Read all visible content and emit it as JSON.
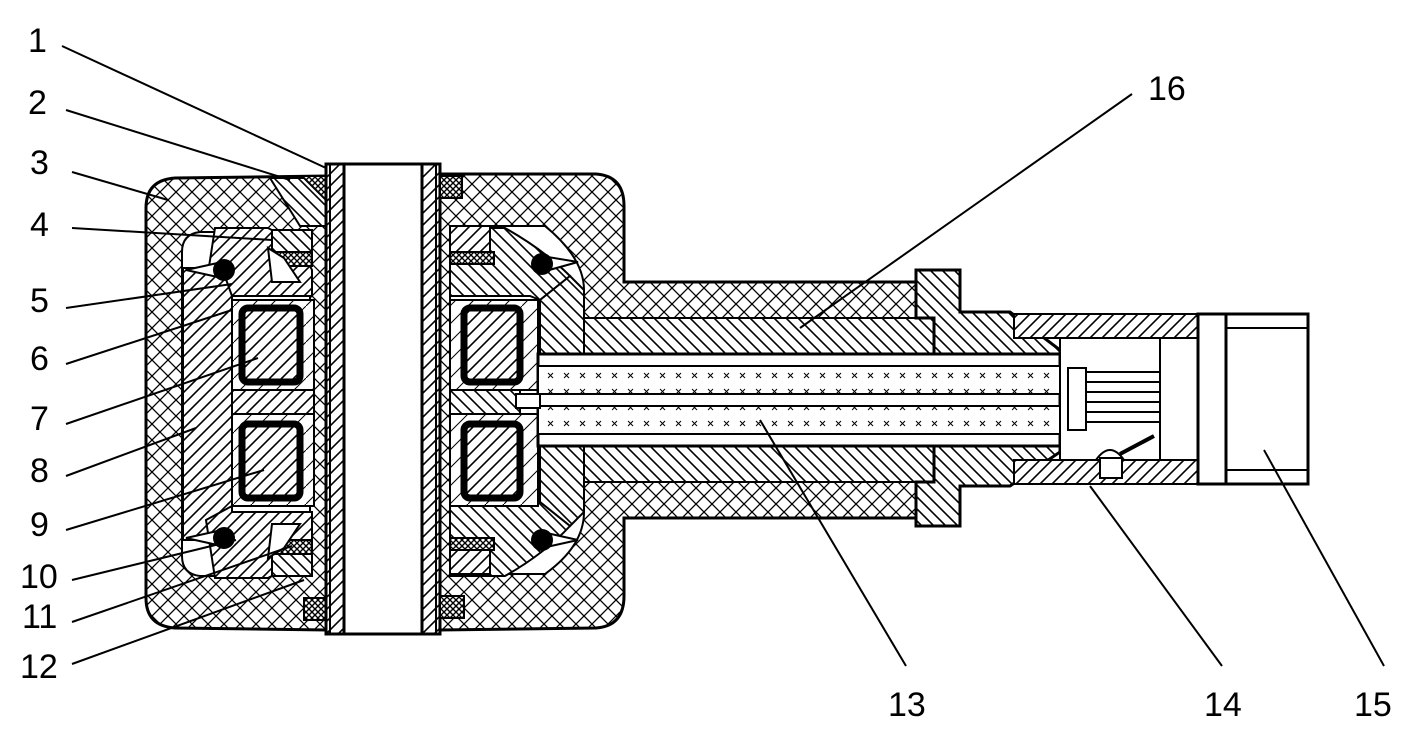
{
  "colors": {
    "ink": "#000000",
    "paper": "#ffffff"
  },
  "callouts": [
    {
      "label": "1"
    },
    {
      "label": "2"
    },
    {
      "label": "3"
    },
    {
      "label": "4"
    },
    {
      "label": "5"
    },
    {
      "label": "6"
    },
    {
      "label": "7"
    },
    {
      "label": "8"
    },
    {
      "label": "9"
    },
    {
      "label": "10"
    },
    {
      "label": "11"
    },
    {
      "label": "12"
    },
    {
      "label": "13"
    },
    {
      "label": "14"
    },
    {
      "label": "15"
    },
    {
      "label": "16"
    }
  ]
}
